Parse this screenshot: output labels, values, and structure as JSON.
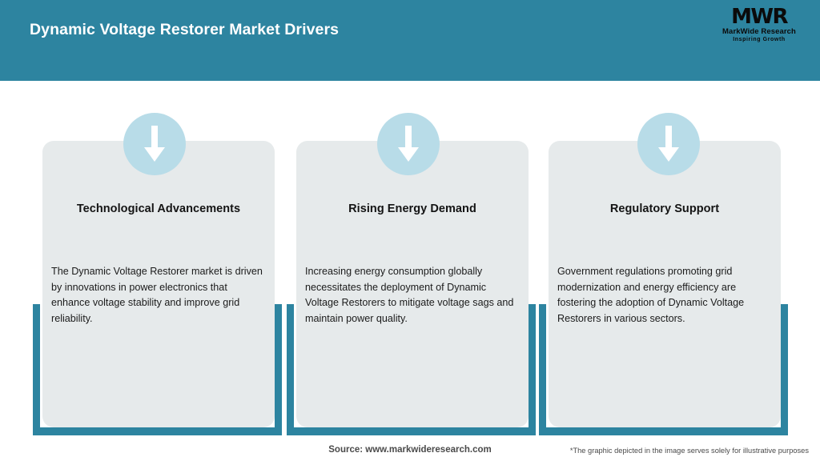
{
  "header": {
    "title": "Dynamic Voltage Restorer Market Drivers",
    "background_color": "#2d84a0",
    "title_color": "#ffffff"
  },
  "logo": {
    "mark": "MWR",
    "name": "MarkWide Research",
    "tagline": "Inspiring Growth"
  },
  "theme": {
    "teal": "#2d84a0",
    "light_blue": "#b8dce8",
    "card_background": "#e6eaeb",
    "text_dark": "#1b1b1b"
  },
  "cards": [
    {
      "title": "Technological Advancements",
      "body": "The Dynamic Voltage Restorer market is driven by innovations in power electronics that enhance voltage stability and improve grid reliability.",
      "icon": "arrow-down-icon"
    },
    {
      "title": "Rising Energy Demand",
      "body": "Increasing energy consumption globally necessitates the deployment of Dynamic Voltage Restorers to mitigate voltage sags and maintain power quality.",
      "icon": "arrow-down-icon"
    },
    {
      "title": "Regulatory Support",
      "body": "Government regulations promoting grid modernization and energy efficiency are fostering the adoption of Dynamic Voltage Restorers in various sectors.",
      "icon": "arrow-down-icon"
    }
  ],
  "footer": {
    "source": "Source: www.markwideresearch.com",
    "disclaimer": "*The graphic depicted in the image serves solely for illustrative purposes"
  }
}
